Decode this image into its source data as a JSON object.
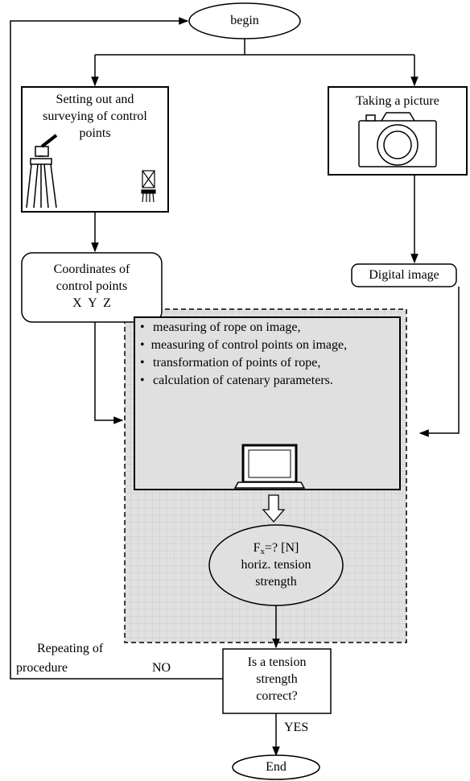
{
  "nodes": {
    "begin": "begin",
    "setting_out": [
      "Setting out and",
      "surveying of control",
      "points"
    ],
    "taking_picture": "Taking a picture",
    "coordinates": [
      "Coordinates of",
      "control points",
      "X  Y  Z"
    ],
    "digital_image": "Digital image",
    "processing_steps": [
      "measuring of rope on image,",
      "measuring of control points on image,",
      "transformation of points of rope,",
      "calculation of catenary parameters."
    ],
    "result": {
      "symbol": "F",
      "subscript": "x",
      "formula_rest": "=? [N]",
      "line2": "horiz. tension",
      "line3": "strength"
    },
    "decision": [
      "Is a tension",
      "strength",
      "correct?"
    ],
    "end": "End"
  },
  "edge_labels": {
    "no": "NO",
    "yes": "YES",
    "repeat": [
      "Repeating of",
      "procedure"
    ]
  },
  "icons": [
    "theodolite-icon",
    "control-point-target-icon",
    "camera-icon",
    "laptop-icon",
    "hollow-down-arrow-icon"
  ],
  "colors": {
    "processing_background": "#e0e0e0",
    "grid_lines": "#c4c4c4",
    "stroke": "#000000"
  }
}
